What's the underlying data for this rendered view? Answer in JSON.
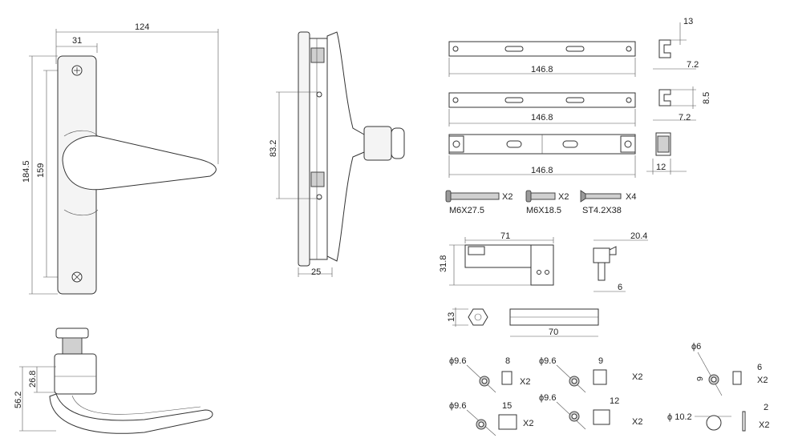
{
  "dimensions": {
    "overall_width": "124",
    "plate_width": "31",
    "overall_height": "184.5",
    "hole_spacing": "159",
    "side_spacing": "83.2",
    "side_depth": "25",
    "rod_length_1": "146.8",
    "rod_length_2": "146.8",
    "rod_length_3": "146.8",
    "profile_top": "13",
    "profile_a": "7.2",
    "profile_b": "8.5",
    "profile_c": "7.2",
    "end_width": "12",
    "bottom_height": "56.2",
    "bottom_neck": "26.8",
    "spindle_length": "71",
    "spindle_height": "31.8",
    "key_width": "20.4",
    "key_stem": "6",
    "nut_height": "13",
    "bar_length": "70"
  },
  "screws": [
    {
      "label": "M6X27.5",
      "qty": "X2"
    },
    {
      "label": "M6X18.5",
      "qty": "X2"
    },
    {
      "label": "ST4.2X38",
      "qty": "X4"
    }
  ],
  "spacers": [
    {
      "dia": "ϕ9.6",
      "len": "8",
      "qty": "X2"
    },
    {
      "dia": "ϕ9.6",
      "len": "9",
      "qty": "X2"
    },
    {
      "dia": "ϕ9.6",
      "len": "15",
      "qty": "X2"
    },
    {
      "dia": "ϕ9.6",
      "len": "12",
      "qty": "X2"
    }
  ],
  "small_parts": [
    {
      "dia": "ϕ6",
      "h": "9",
      "len": "6",
      "qty": "X2"
    },
    {
      "dia": "ϕ 10.2",
      "len": "2",
      "qty": "X2"
    }
  ],
  "icons": [
    "cross-screw-head-icon",
    "hex-nut-icon"
  ]
}
